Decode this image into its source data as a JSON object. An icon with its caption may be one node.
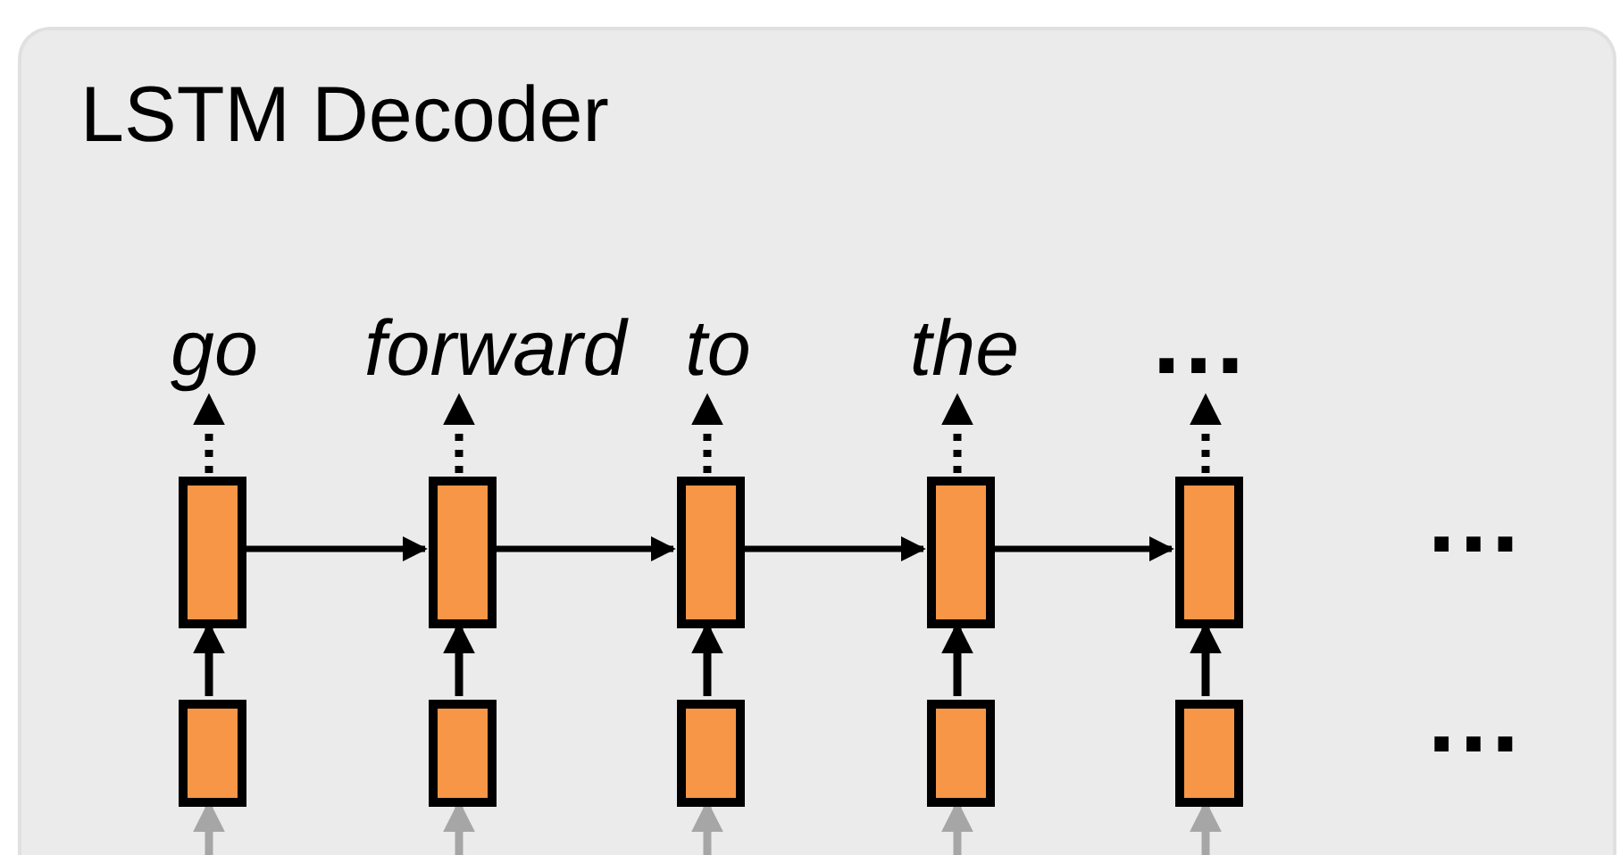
{
  "diagram": {
    "nodes": [
      {
        "text": [
          "LSTM Decoder"
        ]
      },
      {
        "text": [
          "go"
        ],
        "in": 0
      },
      {
        "text": [
          "forward"
        ],
        "in": 0
      },
      {
        "text": [
          "to"
        ],
        "in": 0
      },
      {
        "text": [
          "the"
        ],
        "in": 0
      },
      {
        "text": [
          "…"
        ],
        "in": 0
      },
      {
        "text": [],
        "shape": "box",
        "in": 0
      },
      {
        "text": [],
        "shape": "box",
        "in": 0
      },
      {
        "text": [],
        "shape": "box",
        "in": 0
      },
      {
        "text": [],
        "shape": "box",
        "in": 0
      },
      {
        "text": [],
        "shape": "box",
        "in": 0
      },
      {
        "text": [],
        "shape": "box",
        "in": 0
      },
      {
        "text": [],
        "shape": "box",
        "in": 0
      },
      {
        "text": [],
        "shape": "box",
        "in": 0
      },
      {
        "text": [],
        "shape": "box",
        "in": 0
      },
      {
        "text": [],
        "shape": "box",
        "in": 0
      }
    ],
    "edges": [
      {
        "from": 6,
        "to": 1,
        "arrow": "to",
        "style": "dashed"
      },
      {
        "from": 7,
        "to": 2,
        "arrow": "to",
        "style": "dashed"
      },
      {
        "from": 8,
        "to": 3,
        "arrow": "to",
        "style": "dashed"
      },
      {
        "from": 9,
        "to": 4,
        "arrow": "to",
        "style": "dashed"
      },
      {
        "from": 10,
        "to": 5,
        "arrow": "to",
        "style": "dashed"
      },
      {
        "from": 6,
        "to": 7,
        "arrow": "to"
      },
      {
        "from": 7,
        "to": 8,
        "arrow": "to"
      },
      {
        "from": 8,
        "to": 9,
        "arrow": "to"
      },
      {
        "from": 9,
        "to": 10,
        "arrow": "to"
      },
      {
        "from": 11,
        "to": 6,
        "arrow": "to"
      },
      {
        "from": 12,
        "to": 7,
        "arrow": "to"
      },
      {
        "from": 13,
        "to": 8,
        "arrow": "to"
      },
      {
        "from": 14,
        "to": 9,
        "arrow": "to"
      },
      {
        "from": 15,
        "to": 10,
        "arrow": "to"
      },
      {
        "from": null,
        "to": 11,
        "arrow": "to",
        "color": "#a6a6a6"
      },
      {
        "from": null,
        "to": 12,
        "arrow": "to",
        "color": "#a6a6a6"
      },
      {
        "from": null,
        "to": 13,
        "arrow": "to",
        "color": "#a6a6a6"
      },
      {
        "from": null,
        "to": 14,
        "arrow": "to",
        "color": "#a6a6a6"
      },
      {
        "from": null,
        "to": 15,
        "arrow": "to",
        "color": "#a6a6a6"
      }
    ],
    "labels": [
      "…",
      "…"
    ]
  }
}
